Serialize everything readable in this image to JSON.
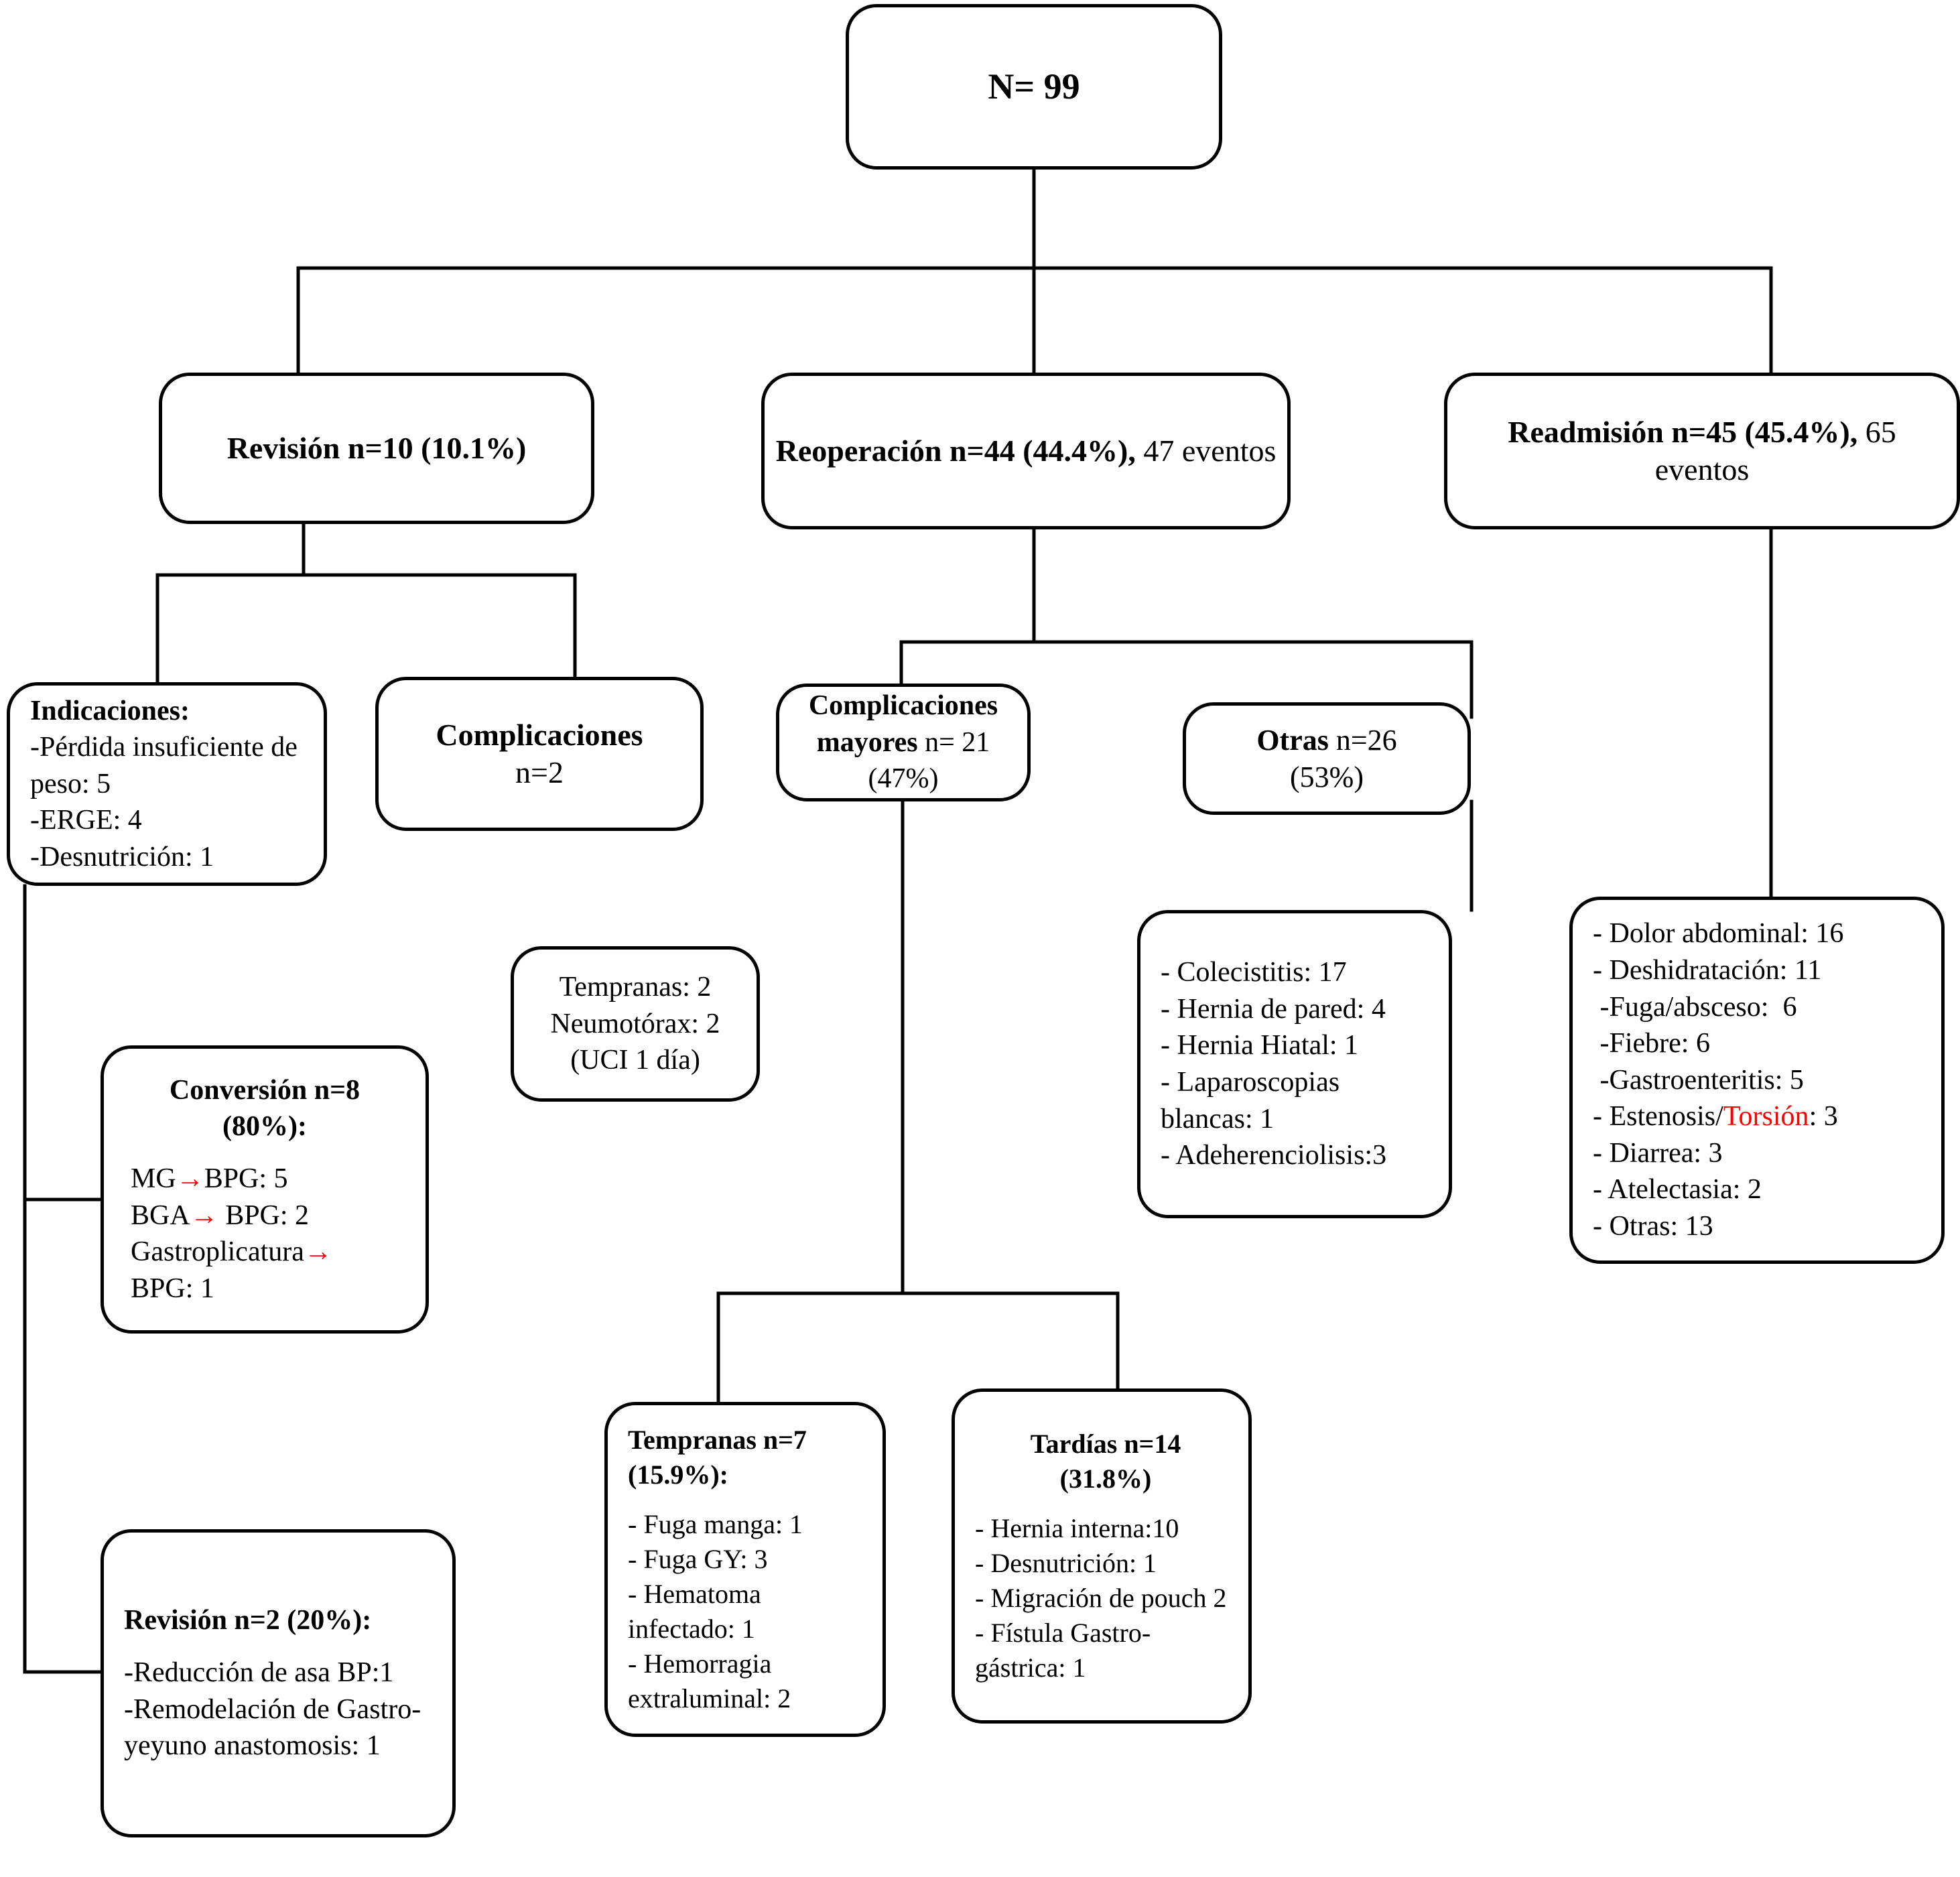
{
  "diagram": {
    "type": "flowchart",
    "title_node": {
      "label": "N= 99"
    },
    "level1": [
      {
        "id": "revision",
        "label": "Revisión n=10 (10.1%)"
      },
      {
        "id": "reoperacion",
        "label_bold": "Reoperación n=44 (44.4%),",
        "label_rest": "47 eventos"
      },
      {
        "id": "readmision",
        "label_bold": "Readmisión n=45 (45.4%),",
        "label_rest": "65 eventos"
      }
    ],
    "indicaciones": {
      "title": "Indicaciones:",
      "lines": [
        "-Pérdida insuficiente de peso: 5",
        "-ERGE: 4",
        "-Desnutrición: 1"
      ]
    },
    "complicaciones_rev": {
      "title": "Complicaciones",
      "sub": "n=2"
    },
    "complicaciones_mayores": {
      "title_bold": "Complicaciones mayores",
      "title_rest": "n= 21",
      "sub": "(47%)"
    },
    "otras": {
      "title_bold": "Otras",
      "title_rest": "n=26",
      "sub": "(53%)"
    },
    "tempranas_rev": {
      "lines": [
        "Tempranas: 2",
        "Neumotórax: 2",
        "(UCI 1 día)"
      ]
    },
    "conversion": {
      "title_line1": "Conversión n=8",
      "title_line2": "(80%):",
      "rows": [
        {
          "before": "MG",
          "arrow": "→",
          "after": "BPG: 5"
        },
        {
          "before": "BGA",
          "arrow": "→",
          "after": " BPG: 2"
        },
        {
          "before": "Gastroplicatura",
          "arrow": "→",
          "after": ""
        },
        {
          "before": "BPG: 1",
          "arrow": "",
          "after": ""
        }
      ]
    },
    "revision_2": {
      "title": "Revisión n=2 (20%):",
      "lines": [
        "-Reducción de asa BP:1",
        "-Remodelación de Gastro-yeyuno anastomosis: 1"
      ]
    },
    "tempranas_7": {
      "title_line1": "Tempranas n=7",
      "title_line2": "(15.9%):",
      "lines": [
        "- Fuga manga: 1",
        "- Fuga GY: 3",
        "- Hematoma infectado: 1",
        "- Hemorragia extraluminal: 2"
      ]
    },
    "tardias_14": {
      "title_line1": "Tardías n=14",
      "title_line2": "(31.8%)",
      "lines": [
        "- Hernia interna:10",
        "- Desnutrición: 1",
        "- Migración de pouch 2",
        "- Fístula Gastro-gástrica: 1"
      ]
    },
    "otras_detalle": {
      "lines": [
        "- Colecistitis: 17",
        "- Hernia de pared: 4",
        "- Hernia Hiatal: 1",
        "- Laparoscopias blancas: 1",
        "- Adeherenciolisis:3"
      ]
    },
    "readmision_detalle": {
      "lines": [
        {
          "text": "- Dolor abdominal: 16"
        },
        {
          "text": "- Deshidratación: 11"
        },
        {
          "text": " -Fuga/absceso:  6"
        },
        {
          "text": " -Fiebre: 6"
        },
        {
          "text": " -Gastroenteritis: 5"
        },
        {
          "pre": "- Estenosis/",
          "red": "Torsión",
          "post": ": 3"
        },
        {
          "text": "- Diarrea: 3"
        },
        {
          "text": "- Atelectasia: 2"
        },
        {
          "text": "- Otras: 13"
        }
      ]
    },
    "colors": {
      "stroke": "#000000",
      "background": "#ffffff",
      "accent_red": "#ff0000"
    }
  }
}
